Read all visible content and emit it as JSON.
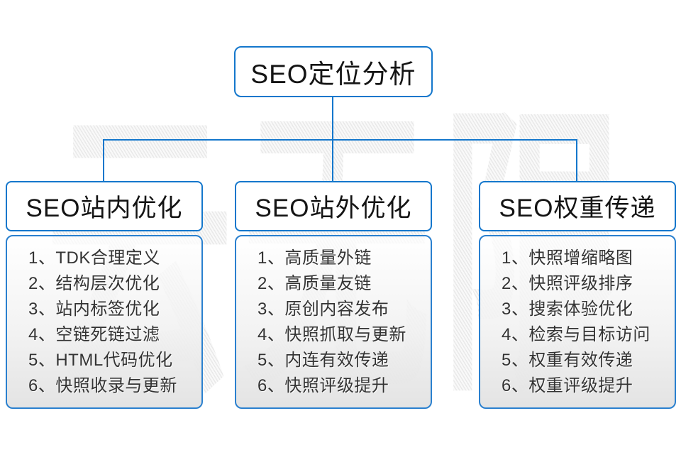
{
  "watermark": {
    "text": "云无限"
  },
  "root": {
    "title": "SEO定位分析"
  },
  "columns": [
    {
      "title": "SEO站内优化",
      "items": [
        "1、TDK合理定义",
        "2、结构层次优化",
        "3、站内标签优化",
        "4、空链死链过滤",
        "5、HTML代码优化",
        "6、快照收录与更新"
      ]
    },
    {
      "title": "SEO站外优化",
      "items": [
        "1、高质量外链",
        "2、高质量友链",
        "3、原创内容发布",
        "4、快照抓取与更新",
        "5、内连有效传递",
        "6、快照评级提升"
      ]
    },
    {
      "title": "SEO权重传递",
      "items": [
        "1、快照增缩略图",
        "2、快照评级排序",
        "3、搜索体验优化",
        "4、检索与目标访问",
        "5、权重有效传递",
        "6、权重评级提升"
      ]
    }
  ],
  "colors": {
    "accent_blue": "#1477cc",
    "panel_border_blue": "#2a80cf",
    "text_dark": "#141414",
    "item_text": "#333333",
    "watermark_gray": "#e9e9e9"
  }
}
